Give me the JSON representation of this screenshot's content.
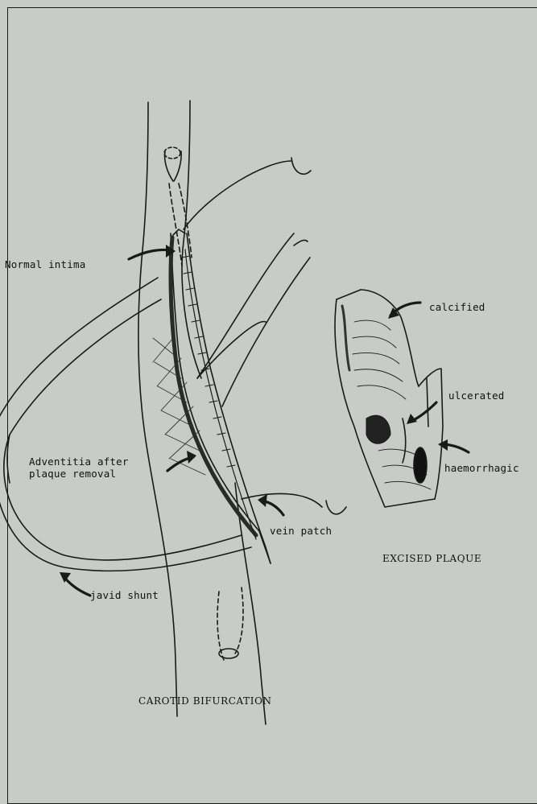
{
  "figure": {
    "labels": {
      "normal_intima": "Normal intima",
      "adventitia": "Adventitia after\nplaque removal",
      "vein_patch": "vein patch",
      "javid_shunt": "javid shunt",
      "calcified": "calcified",
      "ulcerated": "ulcerated",
      "haemorrhagic": "haemorrhagic"
    },
    "captions": {
      "left": "CAROTID BIFURCATION",
      "right": "EXCISED PLAQUE"
    }
  }
}
